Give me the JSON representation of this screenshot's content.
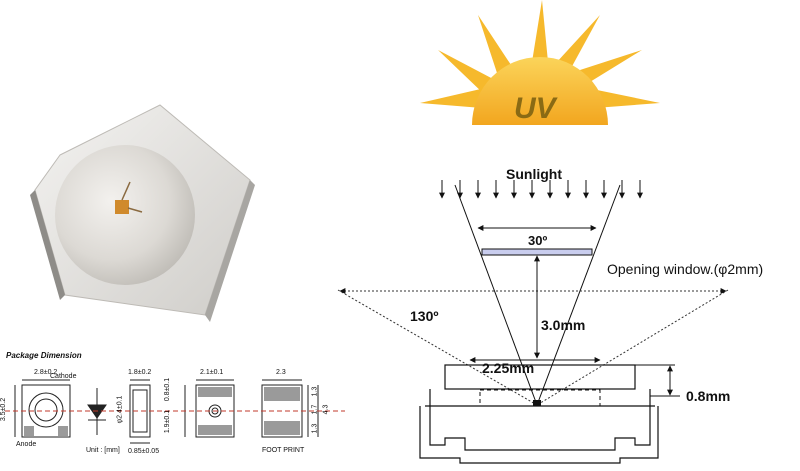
{
  "sun": {
    "label": "UV"
  },
  "package": {
    "title": "Package Dimension",
    "dims": {
      "width": "2.8±0.2",
      "height": "3.5±0.2",
      "cathode": "Cathode",
      "anode": "Anode",
      "unit": "Unit : [mm]",
      "side_top": "1.8±0.2",
      "side_left": "φ2.4±0.1",
      "side_right": "0.8±0.1",
      "side_right2": "1.9±0.1",
      "side_bottom": "0.85±0.05",
      "top_view": "2.1±0.1",
      "fp_top": "2.3",
      "fp_a": "1.3",
      "fp_b": "1.7",
      "fp_c": "1.3",
      "fp_total": "4.3",
      "footprint": "FOOT PRINT"
    }
  },
  "diagram": {
    "sunlight": "Sunlight",
    "angle_narrow": "30º",
    "opening": "Opening window.(φ2mm)",
    "angle_wide": "130º",
    "distance": "3.0mm",
    "width": "2.25mm",
    "thickness": "0.8mm"
  }
}
